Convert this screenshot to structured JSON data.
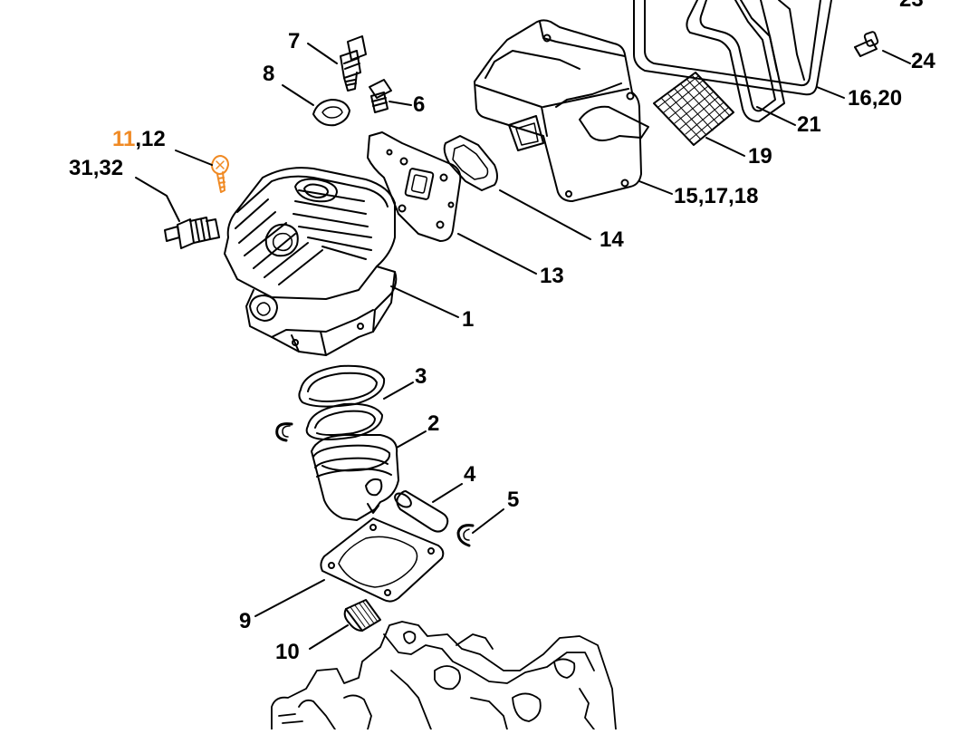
{
  "diagram": {
    "highlight_color": "#f08a24",
    "ink_color": "#000000",
    "labels": {
      "p23": "23",
      "p24": "24",
      "p16_20": "16,20",
      "p21": "21",
      "p19": "19",
      "p15_17_18": "15,17,18",
      "p14": "14",
      "p13": "13",
      "p1": "1",
      "p7": "7",
      "p8": "8",
      "p6": "6",
      "p11_hl": "11",
      "p11_rest": ",12",
      "p31_32": "31,32",
      "p3": "3",
      "p2": "2",
      "p4": "4",
      "p5": "5",
      "p9": "9",
      "p10": "10"
    }
  }
}
